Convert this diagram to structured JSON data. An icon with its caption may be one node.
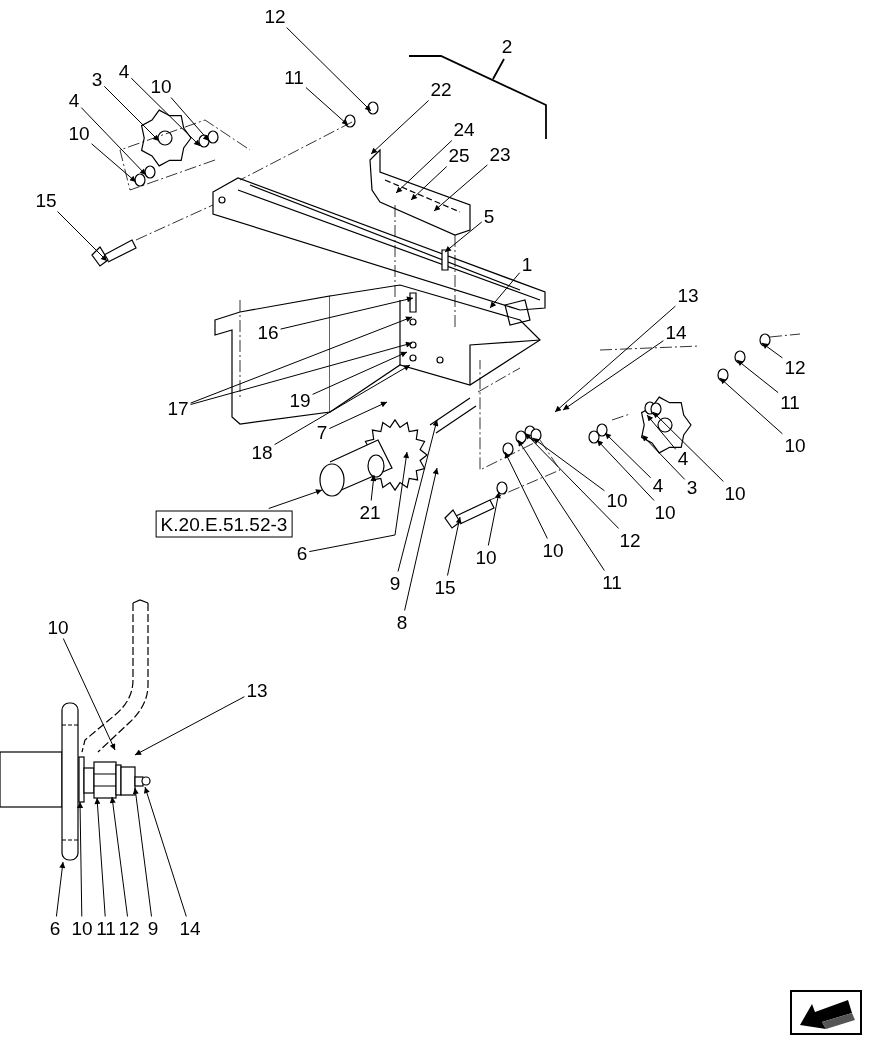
{
  "diagram": {
    "nodes": [
      {
        "text": [
          "12"
        ]
      },
      {
        "text": [
          "11"
        ]
      },
      {
        "text": [
          "4"
        ]
      },
      {
        "text": [
          "3"
        ]
      },
      {
        "text": [
          "10"
        ]
      },
      {
        "text": [
          "22"
        ]
      },
      {
        "text": [
          "4"
        ]
      },
      {
        "text": [
          "24"
        ]
      },
      {
        "text": [
          "10"
        ]
      },
      {
        "text": [
          "25"
        ]
      },
      {
        "text": [
          "23"
        ]
      },
      {
        "text": [
          "15"
        ]
      },
      {
        "text": [
          "5"
        ]
      },
      {
        "text": [
          "1"
        ]
      },
      {
        "text": [
          "13"
        ]
      },
      {
        "text": [
          "16"
        ]
      },
      {
        "text": [
          "14"
        ]
      },
      {
        "text": [
          "12"
        ]
      },
      {
        "text": [
          "11"
        ]
      },
      {
        "text": [
          "17"
        ]
      },
      {
        "text": [
          "19"
        ]
      },
      {
        "text": [
          "18"
        ]
      },
      {
        "text": [
          "10"
        ]
      },
      {
        "text": [
          "4"
        ]
      },
      {
        "text": [
          "7"
        ]
      },
      {
        "text": [
          "4"
        ]
      },
      {
        "text": [
          "3"
        ]
      },
      {
        "text": [
          "10"
        ]
      },
      {
        "text": [
          "10"
        ]
      },
      {
        "text": [
          "21"
        ]
      },
      {
        "text": [
          "10"
        ]
      },
      {
        "text": [
          "K.20.E.51.52-3"
        ]
      },
      {
        "text": [
          "12"
        ]
      },
      {
        "text": [
          "10"
        ]
      },
      {
        "text": [
          "6"
        ]
      },
      {
        "text": [
          "10"
        ]
      },
      {
        "text": [
          "9"
        ]
      },
      {
        "text": [
          "11"
        ]
      },
      {
        "text": [
          "15"
        ]
      },
      {
        "text": [
          "8"
        ]
      },
      {
        "text": [
          "10"
        ]
      },
      {
        "text": [
          "13"
        ]
      },
      {
        "text": [
          "6"
        ]
      },
      {
        "text": [
          "10"
        ]
      },
      {
        "text": [
          "11"
        ]
      },
      {
        "text": [
          "12"
        ]
      },
      {
        "text": [
          "9"
        ]
      },
      {
        "text": [
          "14"
        ]
      }
    ],
    "edges": [
      {
        "from": 0,
        "to": null,
        "arrow": "to"
      },
      {
        "from": 1,
        "to": null,
        "arrow": "to"
      },
      {
        "from": 2,
        "to": null,
        "arrow": "to"
      },
      {
        "from": 3,
        "to": null,
        "arrow": "to"
      },
      {
        "from": 4,
        "to": null,
        "arrow": "to"
      },
      {
        "from": 5,
        "to": null,
        "arrow": "to"
      },
      {
        "from": 6,
        "to": null,
        "arrow": "to"
      },
      {
        "from": 7,
        "to": null,
        "arrow": "to"
      },
      {
        "from": 8,
        "to": null,
        "arrow": "to"
      },
      {
        "from": 9,
        "to": null,
        "arrow": "to"
      },
      {
        "from": 10,
        "to": null,
        "arrow": "to"
      },
      {
        "from": 11,
        "to": null,
        "arrow": "to"
      },
      {
        "from": 12,
        "to": null,
        "arrow": "to"
      },
      {
        "from": 13,
        "to": null,
        "arrow": "to"
      },
      {
        "from": 14,
        "to": null,
        "arrow": "to"
      },
      {
        "from": 15,
        "to": null,
        "arrow": "to"
      },
      {
        "from": 16,
        "to": null,
        "arrow": "to"
      },
      {
        "from": 17,
        "to": null,
        "arrow": "to"
      },
      {
        "from": 18,
        "to": null,
        "arrow": "to"
      },
      {
        "from": 19,
        "to": null,
        "arrow": "to"
      },
      {
        "from": 19,
        "to": null,
        "arrow": "to"
      },
      {
        "from": 20,
        "to": null,
        "arrow": "to"
      },
      {
        "from": 21,
        "to": null,
        "arrow": "to"
      },
      {
        "from": 22,
        "to": null,
        "arrow": "to"
      },
      {
        "from": 23,
        "to": null,
        "arrow": "to"
      },
      {
        "from": 24,
        "to": null,
        "arrow": "to"
      },
      {
        "from": 25,
        "to": null,
        "arrow": "to"
      },
      {
        "from": 26,
        "to": null,
        "arrow": "to"
      },
      {
        "from": 27,
        "to": null,
        "arrow": "to"
      },
      {
        "from": 28,
        "to": null,
        "arrow": "to"
      },
      {
        "from": 29,
        "to": null,
        "arrow": "to"
      },
      {
        "from": 30,
        "to": null,
        "arrow": "to"
      },
      {
        "from": 31,
        "to": null,
        "arrow": "to"
      },
      {
        "from": 32,
        "to": null,
        "arrow": "to"
      },
      {
        "from": 33,
        "to": null,
        "arrow": "to"
      },
      {
        "from": 34,
        "to": null,
        "arrow": "to"
      },
      {
        "from": 35,
        "to": null,
        "arrow": "to"
      },
      {
        "from": 36,
        "to": null,
        "arrow": "to"
      },
      {
        "from": 37,
        "to": null,
        "arrow": "to"
      },
      {
        "from": 38,
        "to": null,
        "arrow": "to"
      },
      {
        "from": 39,
        "to": null,
        "arrow": "to"
      },
      {
        "from": 40,
        "to": null,
        "arrow": "to"
      },
      {
        "from": 41,
        "to": null,
        "arrow": "to"
      },
      {
        "from": 42,
        "to": null,
        "arrow": "to"
      },
      {
        "from": 43,
        "to": null,
        "arrow": "to"
      },
      {
        "from": 44,
        "to": null,
        "arrow": "to"
      },
      {
        "from": 45,
        "to": null,
        "arrow": "to"
      },
      {
        "from": 46,
        "to": null,
        "arrow": "to"
      },
      {
        "from": 47,
        "to": null,
        "arrow": "to"
      }
    ],
    "labels": [
      "2"
    ]
  }
}
